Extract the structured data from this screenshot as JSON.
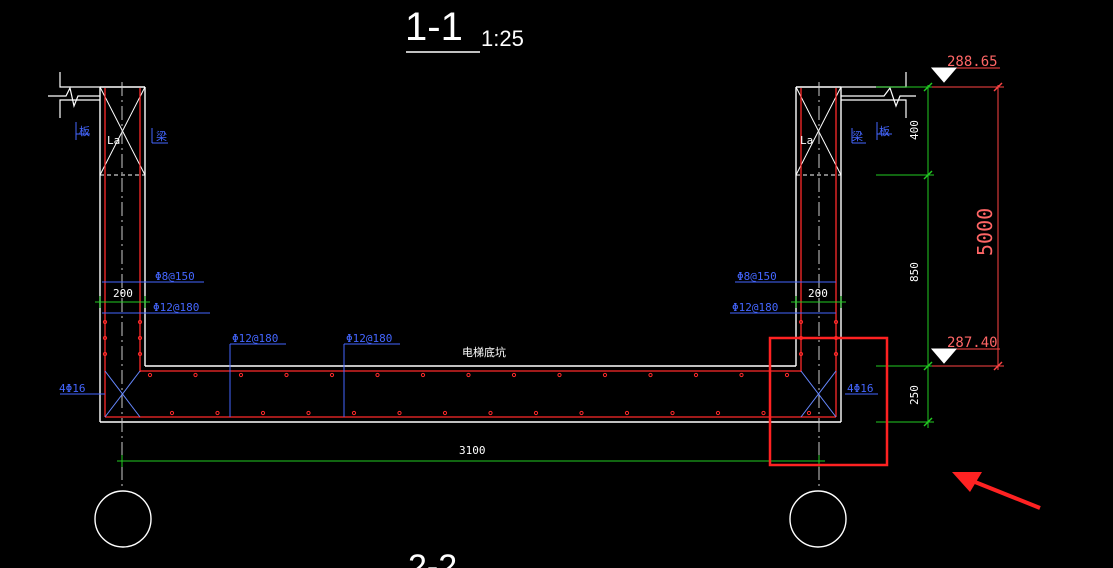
{
  "drawing": {
    "section_title": "1-1",
    "scale": "1:25",
    "bottom_title": "2-2"
  },
  "labels": {
    "left_slab": "板",
    "left_beam": "梁",
    "left_la": "La",
    "right_la": "La",
    "right_beam": "梁",
    "right_slab": "板",
    "pit_name": "电梯底坑"
  },
  "rebar": {
    "left_stirrup": "Φ8@150",
    "left_wall_bar": "Φ12@180",
    "slab_bar_1": "Φ12@180",
    "slab_bar_2": "Φ12@180",
    "right_stirrup": "Φ8@150",
    "right_wall_bar": "Φ12@180",
    "left_corner_bars": "4Φ16",
    "right_corner_bars": "4Φ16"
  },
  "dimensions": {
    "left_wall_width": "200",
    "right_wall_width": "200",
    "span_length": "3100",
    "dim_400": "400",
    "dim_850": "850",
    "dim_250": "250",
    "total_height": "5000",
    "top_elevation": "288.65",
    "bottom_elevation": "287.40"
  },
  "colors": {
    "background": "#000000",
    "outline": "#ffffff",
    "rebar": "#ff2a2a",
    "dimension": "#22cc22",
    "annotation": "#4466ff",
    "elevation": "#ff6666",
    "highlight": "#ff2222"
  }
}
